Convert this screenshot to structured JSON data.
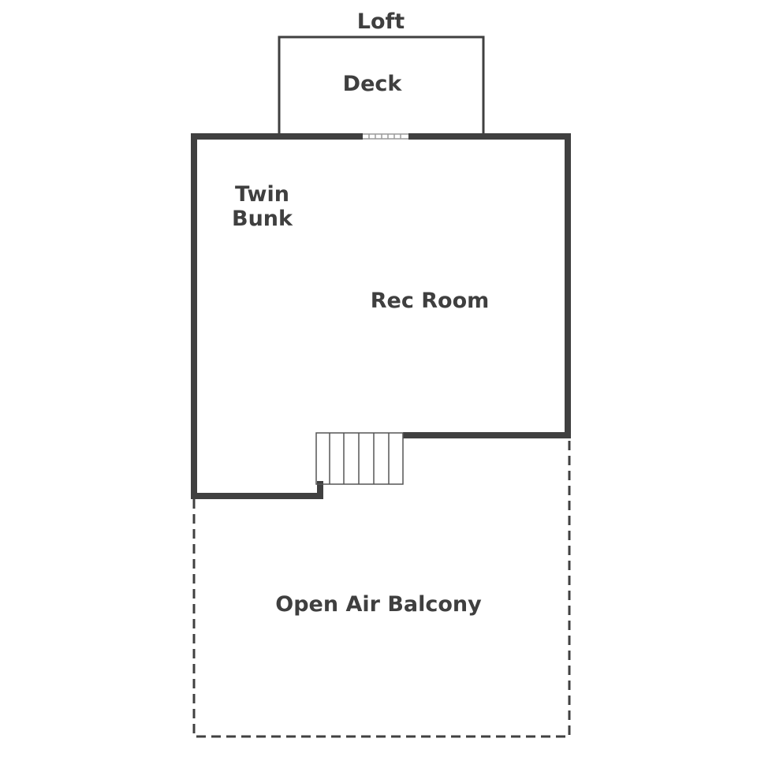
{
  "title": "Loft",
  "rooms": {
    "deck": "Deck",
    "twin_bunk_line1": "Twin",
    "twin_bunk_line2": "Bunk",
    "rec_room": "Rec Room",
    "balcony": "Open Air Balcony"
  },
  "colors": {
    "wall": "#404040",
    "text": "#3f3f3f",
    "background": "#ffffff"
  }
}
